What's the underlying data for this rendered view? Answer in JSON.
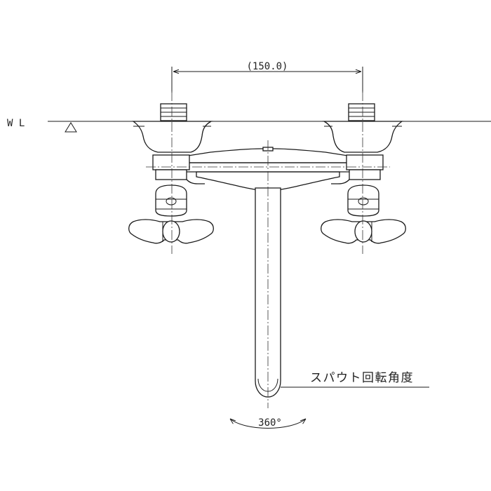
{
  "labels": {
    "water_level": "W L",
    "dimension": "(150.0)",
    "spout_rotation_label": "スパウト回転角度",
    "rotation_angle": "360°"
  },
  "colors": {
    "line": "#1a1a1a",
    "background": "#ffffff"
  }
}
